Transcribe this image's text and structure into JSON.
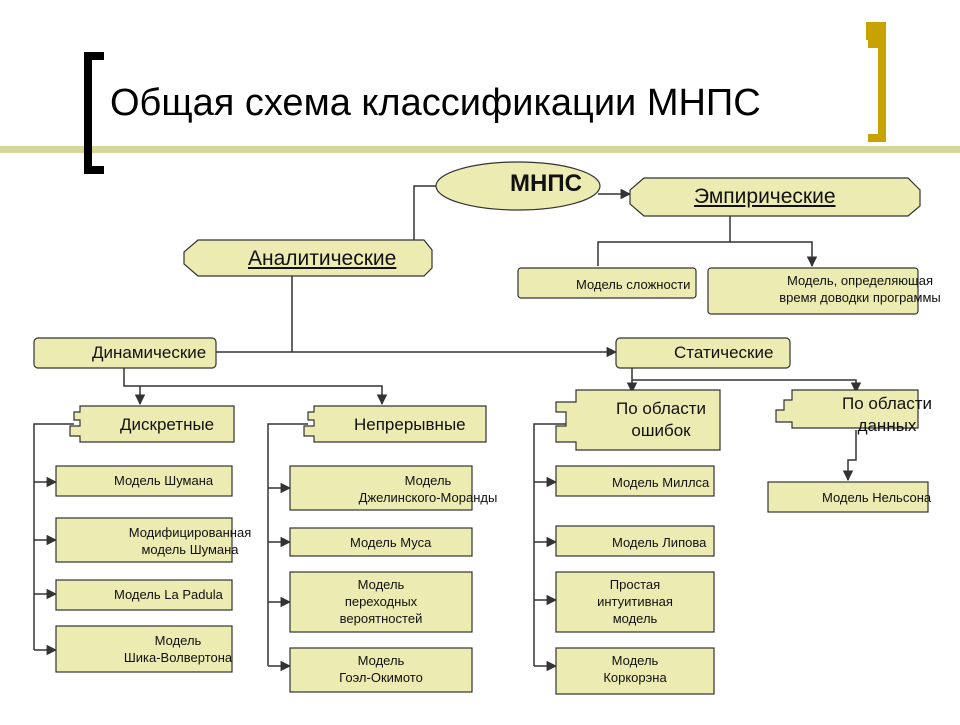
{
  "title": "Общая схема классификации МНПС",
  "colors": {
    "box_fill": "#ecebb1",
    "box_stroke": "#333333",
    "accent_gold": "#c8a300",
    "bar_olive": "#d6d69a",
    "bracket": "#000000"
  },
  "nodes": {
    "root": "МНПС",
    "empirical": "Эмпирические",
    "analytical": "Аналитические",
    "complexity_model": "Модель сложности",
    "debug_time_model": [
      "Модель, определяющая",
      "время доводки программы"
    ],
    "dynamic": "Динамические",
    "static": "Статические",
    "discrete": "Дискретные",
    "continuous": "Непрерывные",
    "error_area": [
      "По области",
      "ошибок"
    ],
    "data_area": [
      "По области",
      "данных"
    ],
    "shooman": "Модель Шумана",
    "mod_shooman": [
      "Модифицированная",
      "модель Шумана"
    ],
    "lapadula": "Модель La Padula",
    "schick": [
      "Модель",
      "Шика-Волвертона"
    ],
    "jm": [
      "Модель",
      "Джелинского-Моранды"
    ],
    "musa": "Модель Муса",
    "transition": [
      "Модель",
      "переходных",
      "вероятностей"
    ],
    "goel": [
      "Модель",
      "Гоэл-Окимото"
    ],
    "mills": "Модель Миллса",
    "lipow": "Модель Липова",
    "intuitive": [
      "Простая",
      "интуитивная",
      "модель"
    ],
    "corcoran": [
      "Модель",
      "Коркорэна"
    ],
    "nelson": "Модель Нельсона"
  }
}
